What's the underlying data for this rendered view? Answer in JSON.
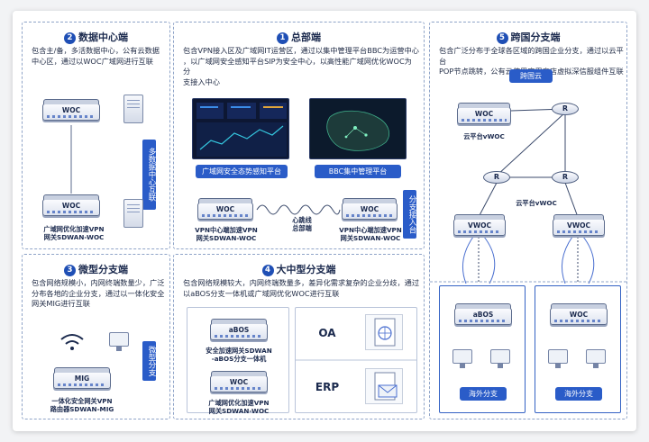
{
  "colors": {
    "accent": "#2a5cc8",
    "badge": "#1f4fb5",
    "border": "#8fa4c8",
    "text": "#1b2a4e"
  },
  "panels": {
    "datacenter": {
      "num": "2",
      "title": "数据中心端",
      "desc": [
        "包含主/备，多活数据中心，公有云数据",
        "中心区，通过以WOC广域网进行互联"
      ],
      "vertical_label": "多数据中心互联",
      "device_top": "WOC",
      "device_bottom": "WOC",
      "caption": [
        "广域网优化加速VPN",
        "网关SDWAN-WOC"
      ]
    },
    "hq": {
      "num": "1",
      "title": "总部端",
      "desc": [
        "包含VPN接入区及广域网IT运营区，通过以集中管理平台BBC为运营中心",
        "，以广域网安全感知平台SIP为安全中心，以高性能广域网优化WOC为分",
        "支接入中心"
      ],
      "screen_left_label": "广域网安全态势感知平台",
      "screen_right_label": "BBC集中管理平台",
      "device_left": "WOC",
      "device_right": "WOC",
      "link_label": [
        "心跳线",
        "总部端"
      ],
      "caption_left": [
        "VPN中心端加速VPN",
        "网关SDWAN-WOC"
      ],
      "caption_right": [
        "VPN中心端加速VPN",
        "网关SDWAN-WOC"
      ],
      "vertical_label": "分支接入台"
    },
    "cross": {
      "num": "5",
      "title": "跨国分支端",
      "desc": [
        "包含广泛分布于全球各区域的跨国企业分支，通过以云平台",
        "POP节点跳转，公有云使用应用商店虚拟深信服组件互联"
      ],
      "cloud_label": "跨国云",
      "vwoc_top": "WOC",
      "vwoc_top_caption": "云平台vWOC",
      "router_label": "R",
      "vwoc_mid_caption": "云平台vWOC",
      "vwoc_bottom_left": "VWOC",
      "vwoc_bottom_right": "VWOC",
      "left_box_device": "aBOS",
      "right_box_device": "WOC",
      "left_box_label": "海外分支",
      "right_box_label": "海外分支"
    },
    "micro": {
      "num": "3",
      "title": "微型分支端",
      "desc": [
        "包含网络规模小，内网终端数量少，广泛",
        "分布各地的企业分支，通过以一体化安全",
        "网关MIG进行互联"
      ],
      "vertical_label": "微型分支",
      "device": "MIG",
      "caption": [
        "一体化安全网关VPN",
        "路由器SDWAN-MIG"
      ]
    },
    "medium": {
      "num": "4",
      "title": "大中型分支端",
      "desc": [
        "包含网络规模较大，内网终端数量多，差异化需求复杂的企业分歧，通过",
        "以aBOS分支一体机或广域网优化WOC进行互联"
      ],
      "device_top": "aBOS",
      "device_top_caption": [
        "安全加速网关SDWAN",
        "-aBOS分支一体机"
      ],
      "device_bottom": "WOC",
      "device_bottom_caption": [
        "广域网优化加速VPN",
        "网关SDWAN-WOC"
      ],
      "app_oa": "OA",
      "app_erp": "ERP"
    }
  }
}
